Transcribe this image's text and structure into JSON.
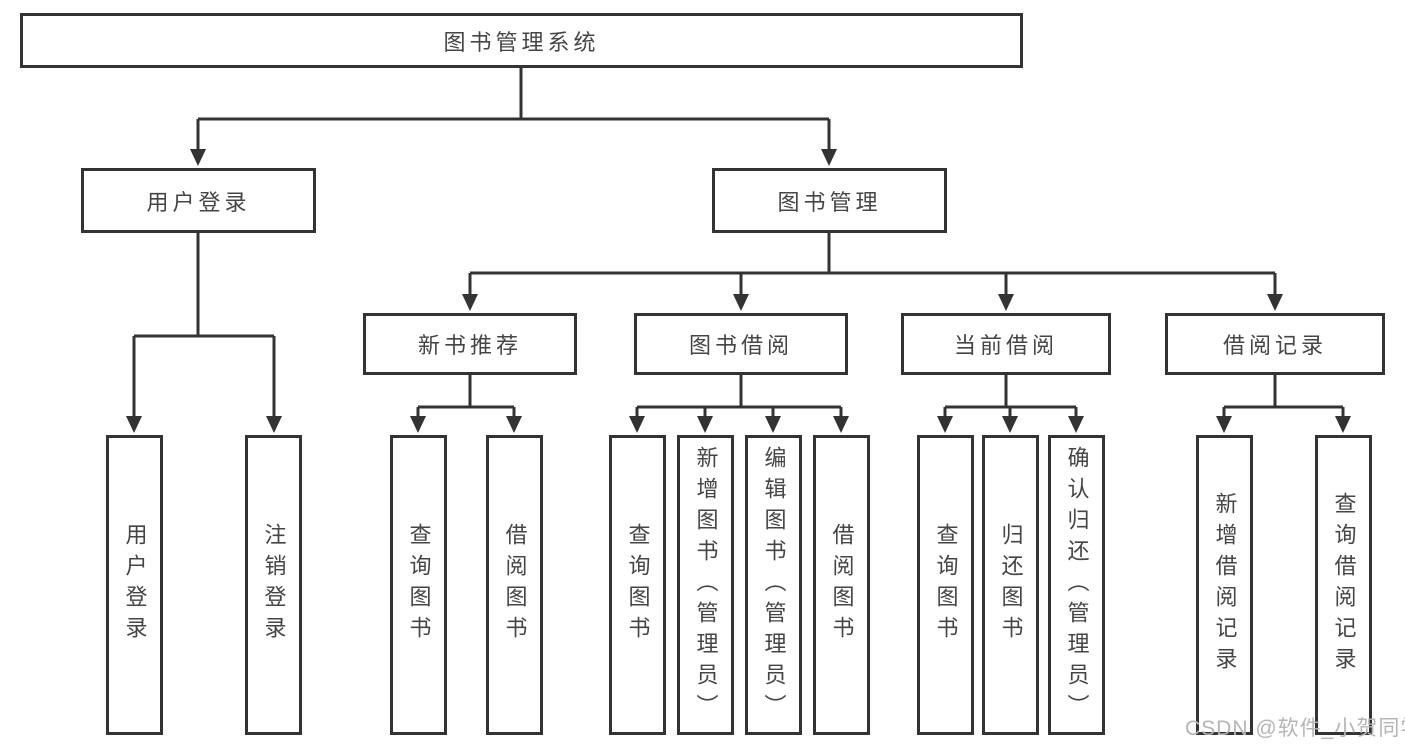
{
  "root": {
    "label": "图书管理系统"
  },
  "level2": [
    {
      "label": "用户登录",
      "children": [
        "用户登录",
        "注销登录"
      ]
    },
    {
      "label": "图书管理",
      "sections": [
        {
          "label": "新书推荐",
          "children": [
            "查询图书",
            "借阅图书"
          ]
        },
        {
          "label": "图书借阅",
          "children": [
            "查询图书",
            "新增图书（管理员）",
            "编辑图书（管理员）",
            "借阅图书"
          ]
        },
        {
          "label": "当前借阅",
          "children": [
            "查询图书",
            "归还图书",
            "确认归还（管理员）"
          ]
        },
        {
          "label": "借阅记录",
          "children": [
            "新增借阅记录",
            "查询借阅记录"
          ]
        }
      ]
    }
  ],
  "watermark": "CSDN @软件_小贺同学",
  "colors": {
    "line": "#333333",
    "box_border": "#333333",
    "text": "#454545",
    "watermark": "#b5b5b5",
    "background": "#ffffff"
  }
}
